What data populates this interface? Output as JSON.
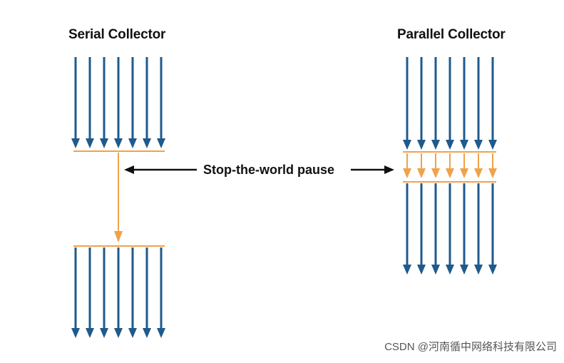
{
  "diagram": {
    "serial_title": "Serial Collector",
    "parallel_title": "Parallel Collector",
    "pause_label": "Stop-the-world pause",
    "watermark": "CSDN @河南循中网络科技有限公司",
    "colors": {
      "thread": "#1f5a8c",
      "gc": "#f0a24a",
      "connector": "#111111"
    }
  }
}
